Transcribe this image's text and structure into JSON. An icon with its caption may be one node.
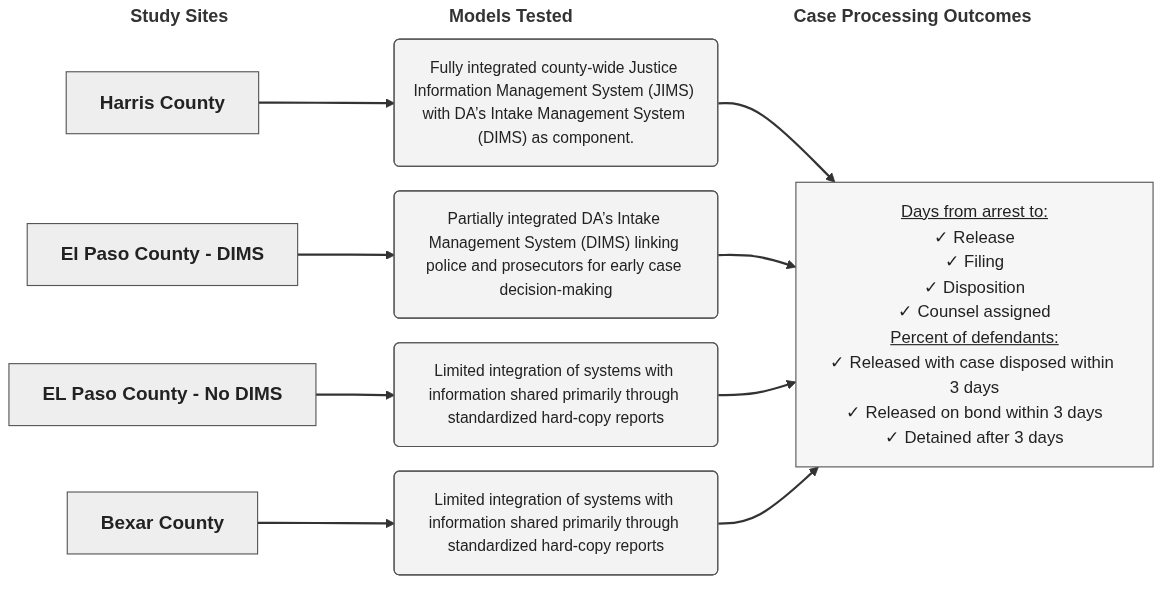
{
  "diagram": {
    "nodes": [
      {
        "text": [
          "Harris County"
        ]
      },
      {
        "text": [
          "El Paso County - DIMS"
        ]
      },
      {
        "text": [
          "EL Paso County - No DIMS"
        ]
      },
      {
        "text": [
          "Bexar County"
        ]
      },
      {
        "text": [
          "Fully integrated county-wide Justice Information Management System (JIMS) with DA’s Intake Management System (DIMS) as component."
        ]
      },
      {
        "text": [
          "Partially integrated DA’s Intake Management System (DIMS) linking police and prosecutors for early case decision-making"
        ]
      },
      {
        "text": [
          "Limited integration of systems with information shared primarily through standardized hard-copy reports"
        ]
      },
      {
        "text": [
          "Limited integration of systems with information shared primarily through standardized hard-copy reports"
        ]
      },
      {
        "text": [
          "Days from arrest to:",
          "✓ Release",
          "✓ Filing",
          "✓ Disposition",
          "✓ Counsel assigned",
          "Percent of defendants:",
          "✓ Released with case disposed within 3 days",
          "✓ Released on bond within 3 days",
          "✓ Detained after 3 days"
        ]
      }
    ],
    "edges": [
      {
        "from": 0,
        "to": 4,
        "arrow": "to"
      },
      {
        "from": 1,
        "to": 5,
        "arrow": "to"
      },
      {
        "from": 2,
        "to": 6,
        "arrow": "to"
      },
      {
        "from": 3,
        "to": 7,
        "arrow": "to"
      },
      {
        "from": 4,
        "to": 8,
        "arrow": "to"
      },
      {
        "from": 5,
        "to": 8,
        "arrow": "to"
      },
      {
        "from": 6,
        "to": 8,
        "arrow": "to"
      },
      {
        "from": 7,
        "to": 8,
        "arrow": "to"
      }
    ],
    "labels": [
      "Study Sites",
      "Models Tested",
      "Case Processing Outcomes"
    ]
  }
}
